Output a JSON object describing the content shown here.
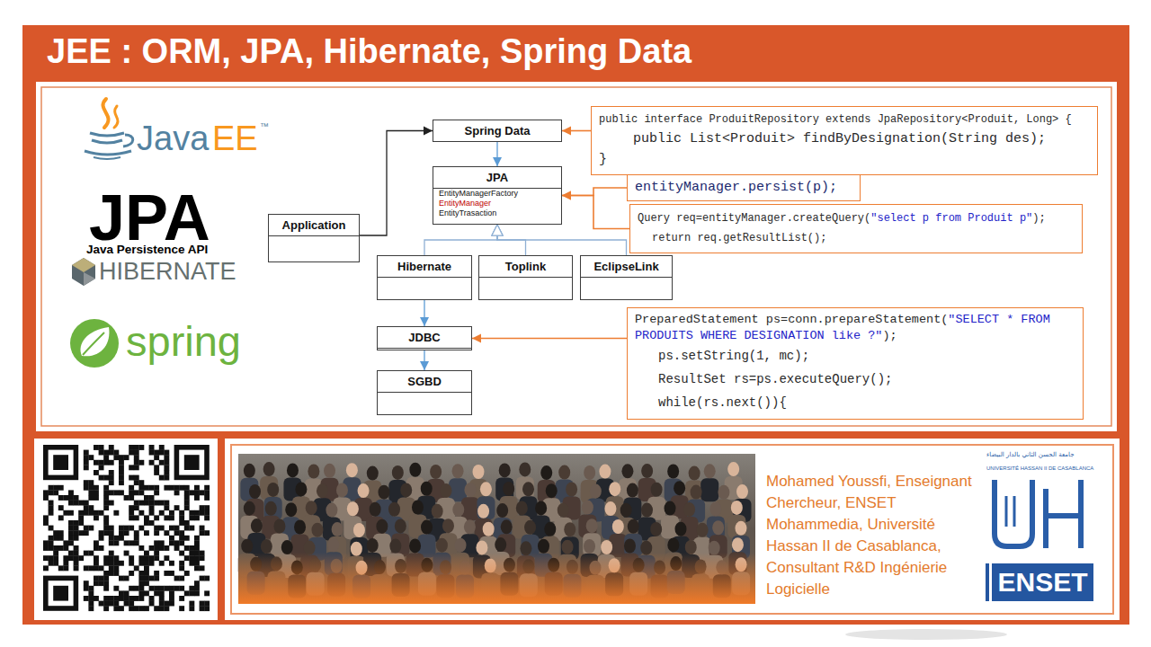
{
  "diagram": {
    "title": "JEE : ORM, JPA, Hibernate, Spring Data",
    "nodes": [
      {
        "text": [
          "Spring Data"
        ]
      },
      {
        "text": [
          "JPA",
          "EntityManagerFactory",
          "EntityManager",
          "EntityTrasaction"
        ]
      },
      {
        "text": [
          "Application"
        ]
      },
      {
        "text": [
          "Hibernate"
        ]
      },
      {
        "text": [
          "Toplink"
        ]
      },
      {
        "text": [
          "EclipseLink"
        ]
      },
      {
        "text": [
          "JDBC"
        ]
      },
      {
        "text": [
          "SGBD"
        ]
      },
      {
        "text": [
          "public interface ProduitRepository extends JpaRepository<Produit, Long> {",
          "public List<Produit> findByDesignation(String des);",
          "}"
        ]
      },
      {
        "text": [
          "entityManager.persist(p);"
        ]
      },
      {
        "text": [
          "Query req=entityManager.createQuery(\"select p from Produit p\");",
          "return req.getResultList();"
        ]
      },
      {
        "text": [
          "PreparedStatement ps=conn.prepareStatement(\"SELECT * FROM PRODUITS WHERE DESIGNATION like ?\");",
          "ps.setString(1, mc);",
          "ResultSet rs=ps.executeQuery();",
          "while(rs.next()){"
        ]
      },
      {
        "text": [
          "Mohamed Youssfi, Enseignant Chercheur, ENSET Mohammedia, Université Hassan II de Casablanca, Consultant R&D Ingénierie Logicielle"
        ]
      },
      {
        "text": [
          "ENSET"
        ],
        "in": 12
      }
    ],
    "edges": [
      {
        "from": 2,
        "to": 0,
        "arrow": "to"
      },
      {
        "from": 0,
        "to": 1,
        "arrow": "to"
      },
      {
        "from": 3,
        "to": 1,
        "arrow": "to"
      },
      {
        "from": 4,
        "to": 1,
        "arrow": "to"
      },
      {
        "from": 5,
        "to": 1,
        "arrow": "to"
      },
      {
        "from": 3,
        "to": 6,
        "arrow": "to"
      },
      {
        "from": 6,
        "to": 7,
        "arrow": "to"
      },
      {
        "from": 8,
        "to": 0,
        "arrow": "to"
      },
      {
        "from": 9,
        "to": 1,
        "arrow": "to"
      },
      {
        "from": 10,
        "to": 1,
        "arrow": "to"
      },
      {
        "from": 11,
        "to": 6,
        "arrow": "to"
      }
    ],
    "labels": [
      "Java",
      "EE",
      "™",
      "JPA",
      "Java Persistence API",
      "HIBERNATE",
      "spring",
      "جامعة الحسن الثاني بالدار البيضاء",
      "UNIVERSITÉ HASSAN II DE CASABLANCA"
    ]
  }
}
